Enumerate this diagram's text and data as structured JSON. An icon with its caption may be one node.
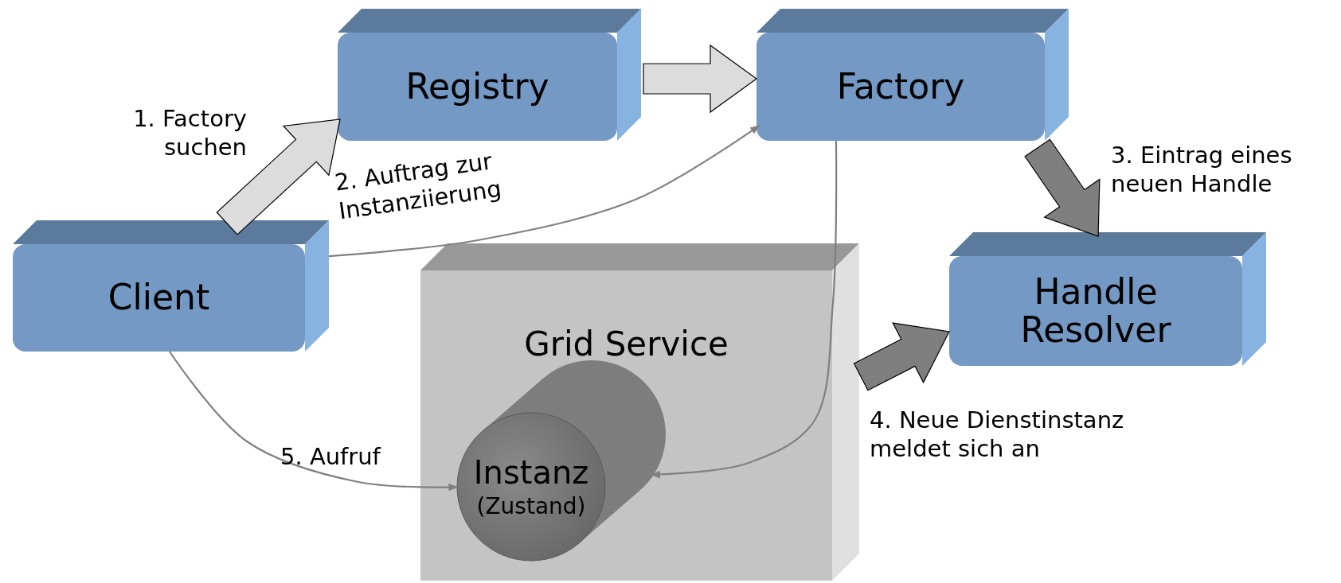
{
  "diagram": {
    "nodes": [
      {
        "text": [
          "Registry"
        ]
      },
      {
        "text": [
          "Factory"
        ]
      },
      {
        "text": [
          "Client"
        ]
      },
      {
        "text": [
          "Handle Resolver"
        ]
      },
      {
        "text": [
          "Grid Service"
        ]
      },
      {
        "text": [
          "Instanz",
          "(Zustand)"
        ],
        "in": 4
      }
    ],
    "edges": [
      {
        "from": 2,
        "to": 0,
        "arrow": "to",
        "label": "1. Factory suchen",
        "style": "thick",
        "color": "#dcdcdc"
      },
      {
        "from": 0,
        "to": 1,
        "arrow": "to",
        "style": "thick",
        "color": "#dcdcdc"
      },
      {
        "from": 2,
        "to": 1,
        "arrow": "to",
        "label": "2. Auftrag zur Instanziierung"
      },
      {
        "from": 1,
        "to": 3,
        "arrow": "to",
        "label": "3. Eintrag eines neuen Handle",
        "style": "thick",
        "color": "#7f7f7f"
      },
      {
        "from": 4,
        "to": 3,
        "arrow": "to",
        "label": "4. Neue Dienstinstanz meldet sich an",
        "style": "thick",
        "color": "#7f7f7f"
      },
      {
        "from": 1,
        "to": 5,
        "arrow": "to"
      },
      {
        "from": 2,
        "to": 5,
        "arrow": "to",
        "label": "5. Aufruf"
      }
    ]
  }
}
